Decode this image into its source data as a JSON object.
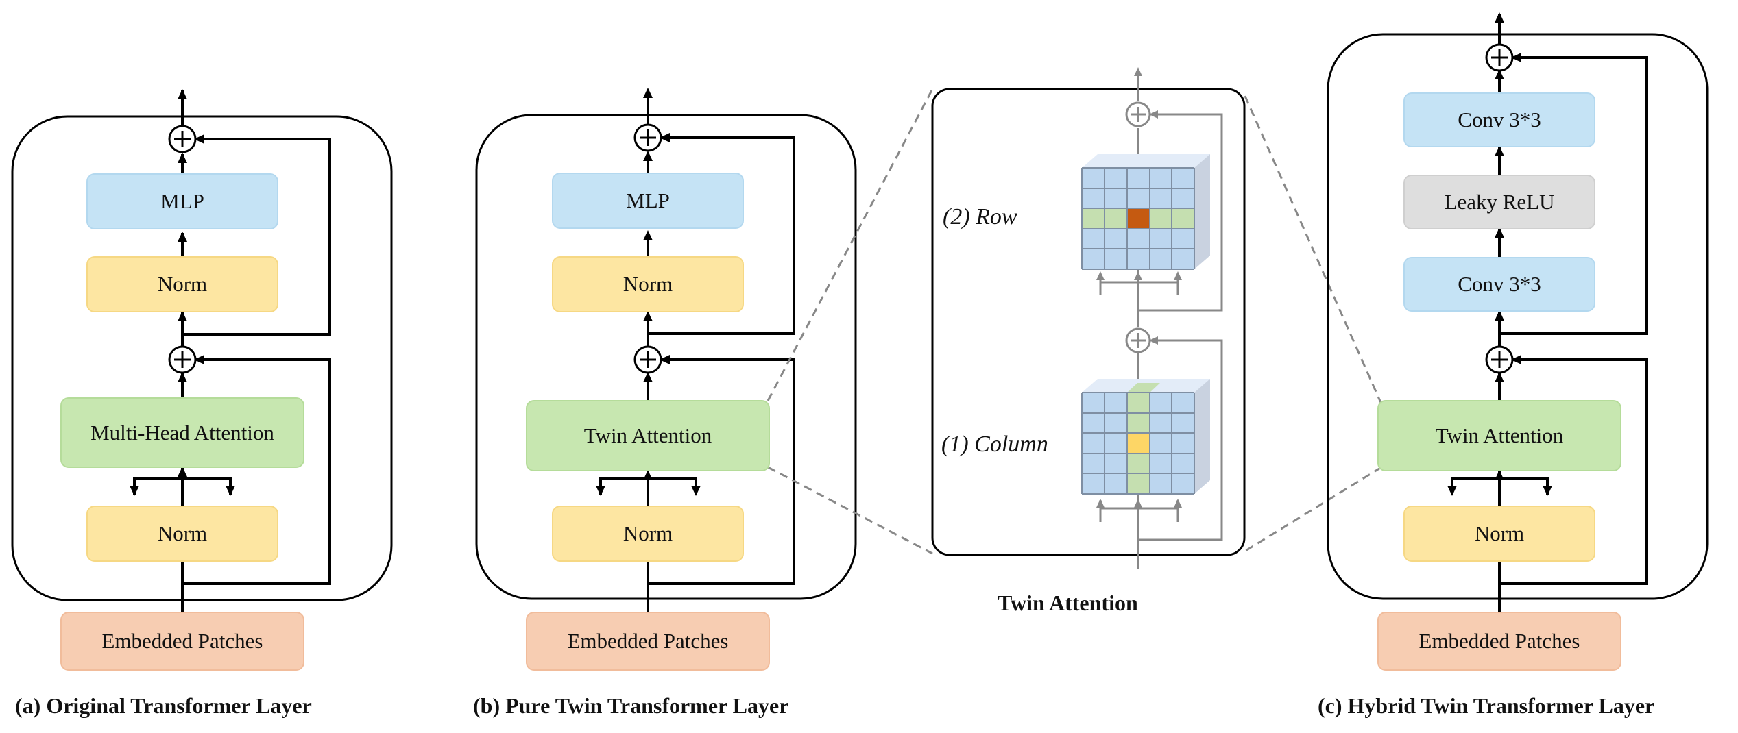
{
  "panel_a": {
    "caption": "(a) Original Transformer Layer",
    "mlp": "MLP",
    "norm_top": "Norm",
    "attention": "Multi-Head Attention",
    "norm_bottom": "Norm",
    "input": "Embedded Patches"
  },
  "panel_b": {
    "caption": "(b) Pure Twin Transformer Layer",
    "mlp": "MLP",
    "norm_top": "Norm",
    "attention": "Twin Attention",
    "norm_bottom": "Norm",
    "input": "Embedded Patches"
  },
  "twin_detail": {
    "title": "Twin Attention",
    "row_label": "(2) Row",
    "column_label": "(1) Column"
  },
  "panel_c": {
    "caption": "(c) Hybrid Twin Transformer Layer",
    "conv_top": "Conv 3*3",
    "activation": "Leaky ReLU",
    "conv_bottom": "Conv 3*3",
    "attention": "Twin Attention",
    "norm": "Norm",
    "input": "Embedded Patches"
  },
  "colors": {
    "blue_block": "#c5e3f5",
    "yellow_block": "#fde6a2",
    "green_block": "#c7e7b0",
    "orange_block": "#f7cdb2",
    "grey_block": "#dedede",
    "grid_cell": "#bcd6ef",
    "row_highlight": "#c5dfb0",
    "row_center": "#c55a11",
    "column_highlight": "#c5dfb0",
    "column_center": "#fdd666"
  }
}
